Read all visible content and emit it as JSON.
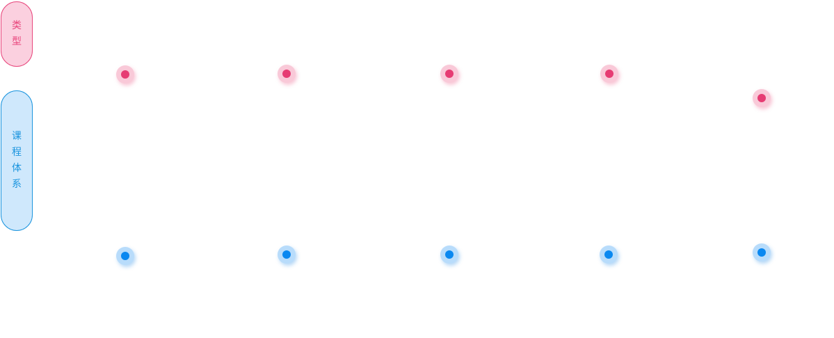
{
  "labels": {
    "type": [
      "类",
      "型"
    ],
    "course_system": [
      "课",
      "程",
      "体",
      "系"
    ]
  },
  "colors": {
    "pink_accent": "#e8467c",
    "pink_fill": "#fbd0df",
    "blue_accent": "#1a94de",
    "blue_fill": "#cfe8fc"
  },
  "markers": {
    "type_row": [
      "pink-dot",
      "pink-dot",
      "pink-dot",
      "pink-dot",
      "pink-dot"
    ],
    "course_row": [
      "blue-dot",
      "blue-dot",
      "blue-dot",
      "blue-dot",
      "blue-dot"
    ]
  }
}
